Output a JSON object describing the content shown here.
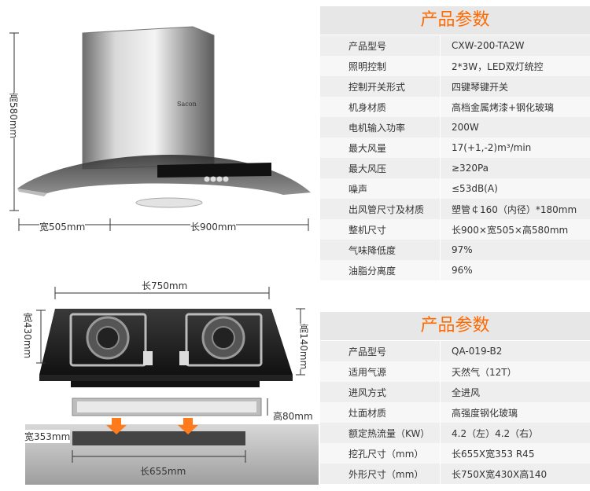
{
  "hood": {
    "logo": "Sacon",
    "dims": {
      "height": "高580mm",
      "depth": "宽505mm",
      "length": "长900mm"
    },
    "specs": {
      "title": "产品参数",
      "rows": [
        {
          "k": "产品型号",
          "v": "CXW-200-TA2W"
        },
        {
          "k": "照明控制",
          "v": "2*3W，LED双灯统控"
        },
        {
          "k": "控制开关形式",
          "v": "四键琴键开关"
        },
        {
          "k": "机身材质",
          "v": "高档金属烤漆+钢化玻璃"
        },
        {
          "k": "电机输入功率",
          "v": "200W"
        },
        {
          "k": "最大风量",
          "v": "17(+1,-2)m³/min"
        },
        {
          "k": "最大风压",
          "v": "≥320Pa"
        },
        {
          "k": "噪声",
          "v": "≤53dB(A)"
        },
        {
          "k": "出风管尺寸及材质",
          "v": "塑管￠160（内径）*180mm"
        },
        {
          "k": "整机尺寸",
          "v": "长900×宽505×高580mm"
        },
        {
          "k": "气味降低度",
          "v": "97%"
        },
        {
          "k": "油脂分离度",
          "v": "96%"
        }
      ]
    }
  },
  "stove": {
    "dims": {
      "length": "长750mm",
      "width": "宽430mm",
      "height": "高140mm",
      "bottom": "高80mm",
      "cut_width": "宽353mm",
      "cut_length": "长655mm"
    },
    "specs": {
      "title": "产品参数",
      "rows": [
        {
          "k": "产品型号",
          "v": "QA-019-B2"
        },
        {
          "k": "适用气源",
          "v": "天然气（12T）"
        },
        {
          "k": "进风方式",
          "v": "全进风"
        },
        {
          "k": "灶面材质",
          "v": "高强度钢化玻璃"
        },
        {
          "k": "额定热流量（KW）",
          "v": "4.2（左）4.2（右）"
        },
        {
          "k": "挖孔尺寸（mm）",
          "v": "长655X宽353 R45"
        },
        {
          "k": "外形尺寸（mm）",
          "v": "长750X宽430X高140"
        }
      ]
    }
  },
  "colors": {
    "accent": "#ff6a00",
    "arrow": "#ff7a1a"
  }
}
